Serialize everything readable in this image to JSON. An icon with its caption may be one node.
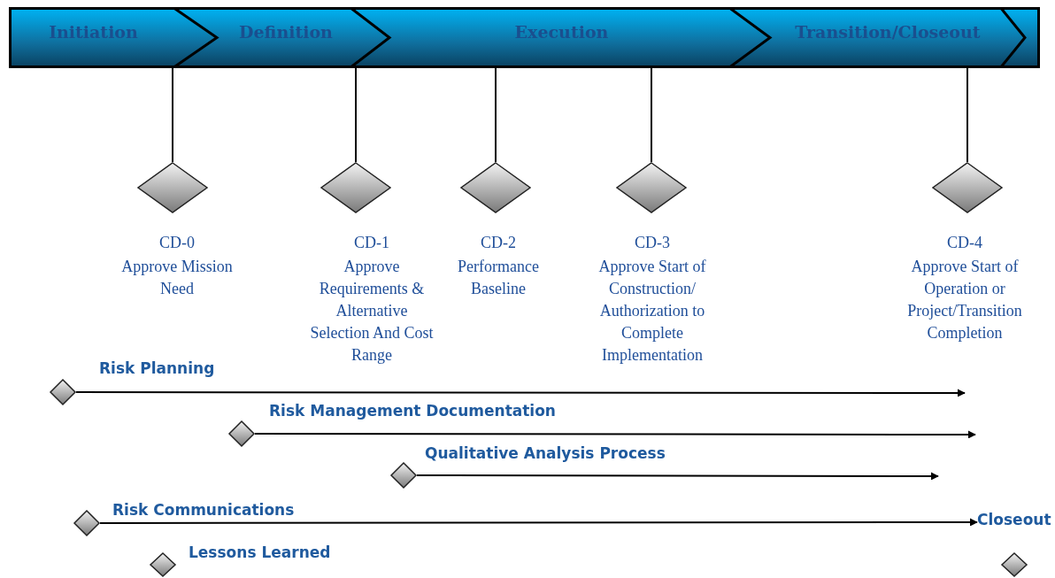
{
  "diagram": {
    "nodes": [
      {
        "text": [],
        "shape": "bar"
      },
      {
        "text": [
          "Initiation"
        ],
        "in": 0
      },
      {
        "text": [
          "Definition"
        ],
        "in": 0
      },
      {
        "text": [
          "Execution"
        ],
        "in": 0
      },
      {
        "text": [
          "Transition/Closeout"
        ],
        "in": 0
      },
      {
        "text": [],
        "shape": "diamond",
        "beside": [
          "CD-0",
          "Approve Mission Need"
        ]
      },
      {
        "text": [],
        "shape": "diamond",
        "beside": [
          "CD-1",
          "Approve Requirements & Alternative Selection And Cost Range"
        ]
      },
      {
        "text": [],
        "shape": "diamond",
        "beside": [
          "CD-2",
          "Performance Baseline"
        ]
      },
      {
        "text": [],
        "shape": "diamond",
        "beside": [
          "CD-3",
          "Approve Start of Construction/ Authorization to Complete Implementation"
        ]
      },
      {
        "text": [],
        "shape": "diamond",
        "beside": [
          "CD-4",
          "Approve Start of Operation or Project/Transition Completion"
        ]
      },
      {
        "text": [],
        "shape": "diamond"
      },
      {
        "text": [],
        "shape": "diamond"
      },
      {
        "text": [],
        "shape": "diamond"
      },
      {
        "text": [],
        "shape": "diamond"
      },
      {
        "text": [
          "Closeout"
        ]
      },
      {
        "text": [],
        "shape": "diamond",
        "beside": [
          "Lessons Learned"
        ]
      },
      {
        "text": [],
        "shape": "diamond"
      }
    ],
    "edges": [
      {
        "from": 0,
        "to": 5,
        "arrow": "none"
      },
      {
        "from": 0,
        "to": 6,
        "arrow": "none"
      },
      {
        "from": 0,
        "to": 7,
        "arrow": "none"
      },
      {
        "from": 0,
        "to": 8,
        "arrow": "none"
      },
      {
        "from": 0,
        "to": 9,
        "arrow": "none"
      },
      {
        "from": 10,
        "to": null,
        "arrow": "to",
        "label": "Risk Planning"
      },
      {
        "from": 11,
        "to": null,
        "arrow": "to",
        "label": "Risk Management Documentation"
      },
      {
        "from": 12,
        "to": null,
        "arrow": "to",
        "label": "Qualitative Analysis Process"
      },
      {
        "from": 13,
        "to": 14,
        "arrow": "to",
        "label": "Risk Communications"
      }
    ]
  }
}
